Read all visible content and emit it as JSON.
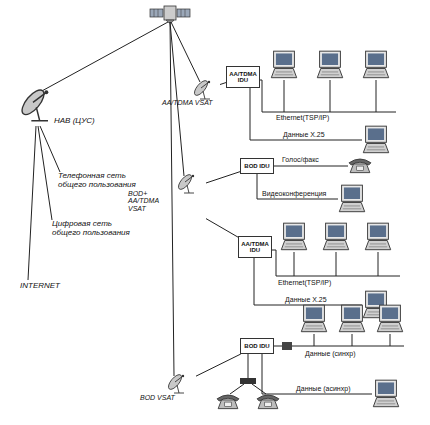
{
  "diagram": {
    "nodes": [
      {
        "text": [
          "НАВ (ЦУС)"
        ]
      },
      {
        "text": [
          "AA/TDMA VSAT"
        ]
      },
      {
        "text": [
          "BOD+ AA/TDMA VSAT"
        ]
      },
      {
        "text": [
          "BOD VSAT"
        ]
      },
      {
        "text": [
          "AA/TDMA IDU"
        ]
      },
      {
        "text": [
          "BOD IDU"
        ]
      },
      {
        "text": [
          "AA/TDMA IDU"
        ]
      },
      {
        "text": [
          "BOD IDU"
        ]
      }
    ],
    "edges": [
      {
        "from": 1,
        "to": 4,
        "arrow": "none"
      },
      {
        "from": 2,
        "to": 5,
        "arrow": "none"
      },
      {
        "from": 2,
        "to": 6,
        "arrow": "none"
      },
      {
        "from": 3,
        "to": 7,
        "arrow": "none"
      }
    ],
    "labels": [
      "Телефонная сеть общего пользования",
      "Цифровая сеть общего пользования",
      "INTERNET",
      "Ethernet(TSP/IP)",
      "Данные X.25",
      "Голос/факс",
      "Видеоконференция",
      "Ethernet(TSP/IP)",
      "Данные X.25",
      "Данные (синхр)",
      "Данные (асинхр)"
    ]
  }
}
